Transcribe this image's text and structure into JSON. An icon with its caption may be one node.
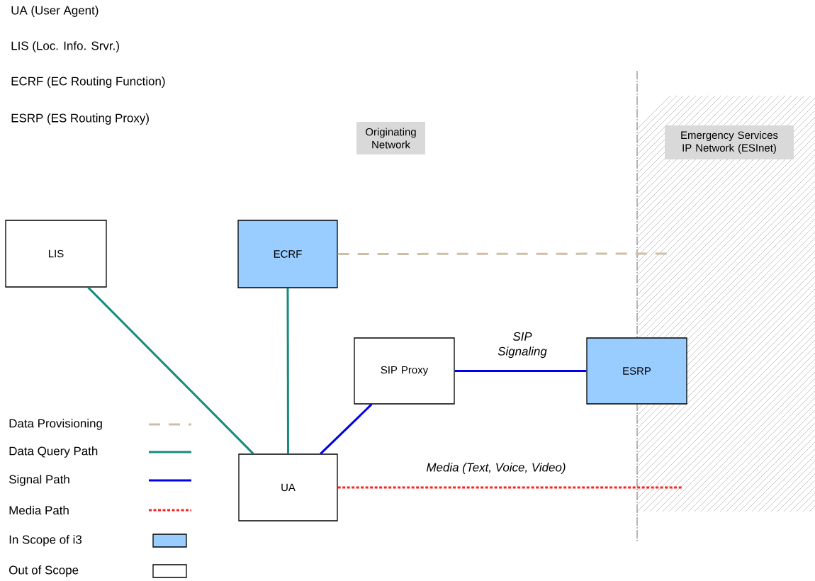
{
  "diagram": {
    "nodes": [
      {
        "text": [
          "Originating Network"
        ]
      },
      {
        "text": [
          "Emergency Services IP Network (ESInet)"
        ]
      },
      {
        "text": [
          "LIS"
        ]
      },
      {
        "text": [
          "ECRF"
        ]
      },
      {
        "text": [
          "SIP Proxy"
        ]
      },
      {
        "text": [
          "ESRP"
        ]
      },
      {
        "text": [
          "UA"
        ]
      }
    ],
    "edges": [
      {
        "from": 3,
        "to": null,
        "arrow": "none",
        "style": "dashed",
        "color": "#cdbfa5"
      },
      {
        "from": 2,
        "to": 6,
        "arrow": "none",
        "color": "#178a80"
      },
      {
        "from": 3,
        "to": 6,
        "arrow": "none",
        "color": "#178a80"
      },
      {
        "from": 6,
        "to": 4,
        "arrow": "none",
        "color": "#0000ee"
      },
      {
        "from": 4,
        "to": 5,
        "arrow": "none",
        "label": "SIP Signaling",
        "color": "#0000ee"
      },
      {
        "from": 6,
        "to": null,
        "arrow": "none",
        "label": "Media (Text, Voice, Video)",
        "style": "dashed",
        "color": "#ff2020"
      }
    ],
    "labels": [
      "UA (User Agent)",
      "LIS (Loc. Info. Srvr.)",
      "ECRF (EC Routing Function)",
      "ESRP (ES Routing Proxy)"
    ],
    "legend": [
      {
        "text": "Data Provisioning"
      },
      {
        "text": "Data Query Path"
      },
      {
        "text": "Signal Path"
      },
      {
        "text": "Media Path"
      },
      {
        "text": "In Scope of i3",
        "color": "#99ccff"
      },
      {
        "text": "Out of Scope"
      }
    ]
  }
}
